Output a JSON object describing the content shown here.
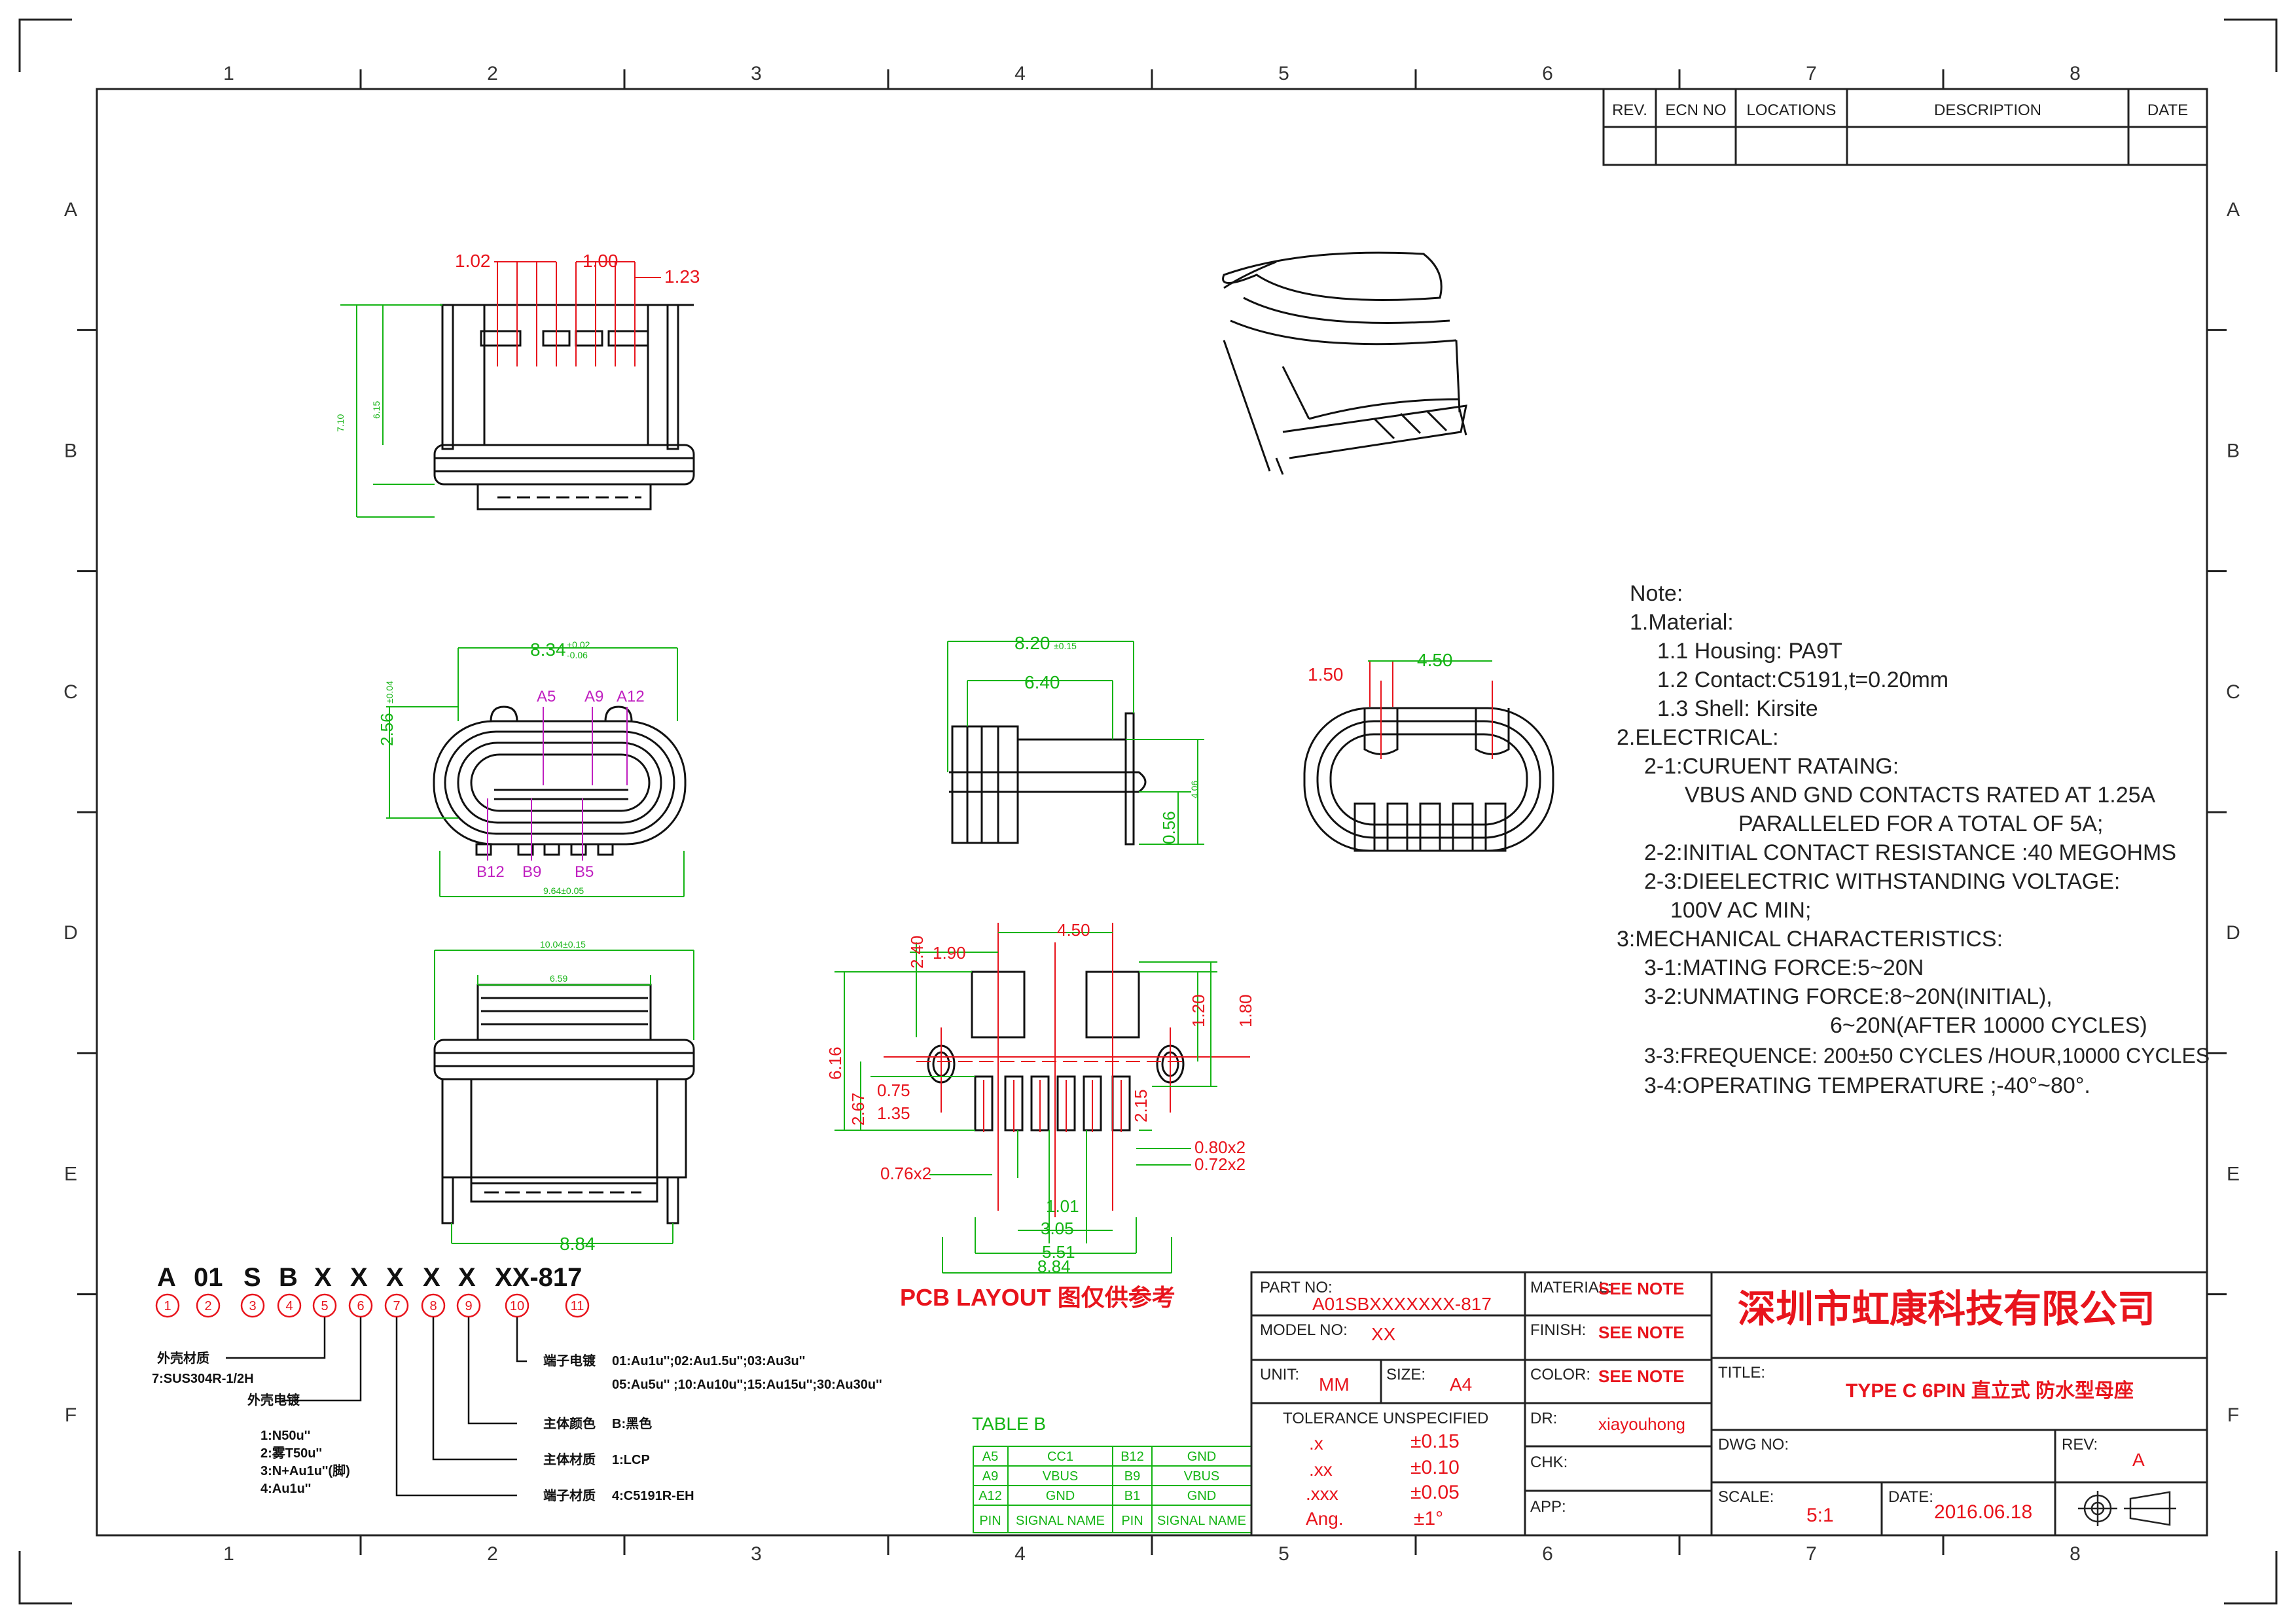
{
  "grid": {
    "cols": [
      "1",
      "2",
      "3",
      "4",
      "5",
      "6",
      "7",
      "8"
    ],
    "rows": [
      "A",
      "B",
      "C",
      "D",
      "E",
      "F"
    ]
  },
  "revision_table": {
    "headers": [
      "REV.",
      "ECN NO",
      "LOCATIONS",
      "DESCRIPTION",
      "DATE"
    ]
  },
  "dims": {
    "top_view": [
      "1.02",
      "1.00",
      "1.23",
      "7.10",
      "6.15"
    ],
    "front_view": {
      "width": "8.34",
      "tol_plus": "+0.02",
      "tol_minus": "-0.06",
      "height": "2.56",
      "height_tol": "±0.04",
      "bottom": "9.64±0.05"
    },
    "side_view": {
      "d1": "8.20",
      "d1_tol": "±0.15",
      "d2": "6.40",
      "d3": "0.56",
      "d4": "4.06"
    },
    "rear_view": {
      "d1": "1.50",
      "d2": "4.50"
    },
    "bottom_view": {
      "d1": "10.04±0.15",
      "d2": "6.59",
      "d3": "8.84"
    },
    "pcb": [
      "2.40",
      "1.90",
      "4.50",
      "1.20",
      "1.80",
      "6.16",
      "0.75",
      "2.67",
      "1.35",
      "2.15",
      "0.80x2",
      "0.72x2",
      "0.76x2",
      "1.01",
      "3.05",
      "5.51",
      "8.84"
    ]
  },
  "pins_top": [
    "A5",
    "A9",
    "A12"
  ],
  "pins_bottom": [
    "B12",
    "B9",
    "B5"
  ],
  "pcb_label": "PCB LAYOUT 图仅供参考",
  "part_code": {
    "chars": [
      "A",
      "01",
      "S",
      "B",
      "X",
      "X",
      "X",
      "X",
      "X",
      "XX-817"
    ],
    "circles": [
      "1",
      "2",
      "3",
      "4",
      "5",
      "6",
      "7",
      "8",
      "9",
      "10",
      "11"
    ]
  },
  "legend": [
    {
      "label": "外壳材质",
      "value": "7:SUS304R-1/2H"
    },
    {
      "label": "外壳电镀",
      "values": [
        "1:N50u''",
        "2:雾T50u''",
        "3:N+Au1u''(脚)",
        "4:Au1u''"
      ]
    },
    {
      "label": "端子电镀",
      "values": [
        "01:Au1u'';02:Au1.5u'';03:Au3u''",
        "05:Au5u'' ;10:Au10u'';15:Au15u'';30:Au30u''"
      ]
    },
    {
      "label": "主体颜色",
      "value": "B:黑色"
    },
    {
      "label": "主体材质",
      "value": "1:LCP"
    },
    {
      "label": "端子材质",
      "value": "4:C5191R-EH"
    }
  ],
  "table_b": {
    "title": "TABLE B",
    "rows": [
      [
        "A5",
        "CC1",
        "B12",
        "GND"
      ],
      [
        "A9",
        "VBUS",
        "B9",
        "VBUS"
      ],
      [
        "A12",
        "GND",
        "B1",
        "GND"
      ]
    ],
    "footer": [
      "PIN",
      "SIGNAL NAME",
      "PIN",
      "SIGNAL NAME"
    ]
  },
  "notes": [
    "Note:",
    "1.Material:",
    "1.1  Housing:  PA9T",
    "1.2  Contact:C5191,t=0.20mm",
    "1.3  Shell:  Kirsite",
    "2.ELECTRICAL:",
    "2-1:CURUENT  RATAING:",
    "VBUS  AND  GND  CONTACTS  RATED  AT  1.25A",
    "PARALLELED  FOR  A  TOTAL  OF  5A;",
    "2-2:INITIAL  CONTACT  RESISTANCE  :40  MEGOHMS",
    "2-3:DIEELECTRIC  WITHSTANDING  VOLTAGE:",
    "100V  AC  MIN;",
    "3:MECHANICAL  CHARACTERISTICS:",
    "3-1:MATING  FORCE:5~20N",
    "3-2:UNMATING  FORCE:8~20N(INITIAL),",
    "6~20N(AFTER  10000  CYCLES)",
    "3-3:FREQUENCE:  200±50  CYCLES  /HOUR,10000  CYCLES",
    "3-4:OPERATING  TEMPERATURE  ;-40°~80°."
  ],
  "title_block": {
    "part_no_label": "PART NO:",
    "part_no": "A01SBXXXXXXX-817",
    "model_no_label": "MODEL NO:",
    "model_no": "XX",
    "unit_label": "UNIT:",
    "unit": "MM",
    "size_label": "SIZE:",
    "size": "A4",
    "material_label": "MATERIAL:",
    "material": "SEE NOTE",
    "finish_label": "FINISH:",
    "finish": "SEE NOTE",
    "color_label": "COLOR:",
    "color": "SEE NOTE",
    "dr_label": "DR:",
    "dr": "xiayouhong",
    "chk_label": "CHK:",
    "app_label": "APP:",
    "company": "深圳市虹康科技有限公司",
    "title_label": "TITLE:",
    "title": "TYPE C 6PIN 直立式 防水型母座",
    "dwg_label": "DWG NO:",
    "rev_label": "REV:",
    "rev": "A",
    "scale_label": "SCALE:",
    "scale": "5:1",
    "date_label": "DATE:",
    "date": "2016.06.18",
    "tolerance_label": "TOLERANCE  UNSPECIFIED",
    "tolerances": [
      {
        "k": ".x",
        "v": "±0.15"
      },
      {
        "k": ".xx",
        "v": "±0.10"
      },
      {
        "k": ".xxx",
        "v": "±0.05"
      },
      {
        "k": "Ang.",
        "v": "±1°"
      }
    ]
  },
  "colors": {
    "dim": "#e8141c",
    "lines": "#14b414",
    "pins": "#c020c0",
    "text": "#111111",
    "company": "#e8141c"
  }
}
